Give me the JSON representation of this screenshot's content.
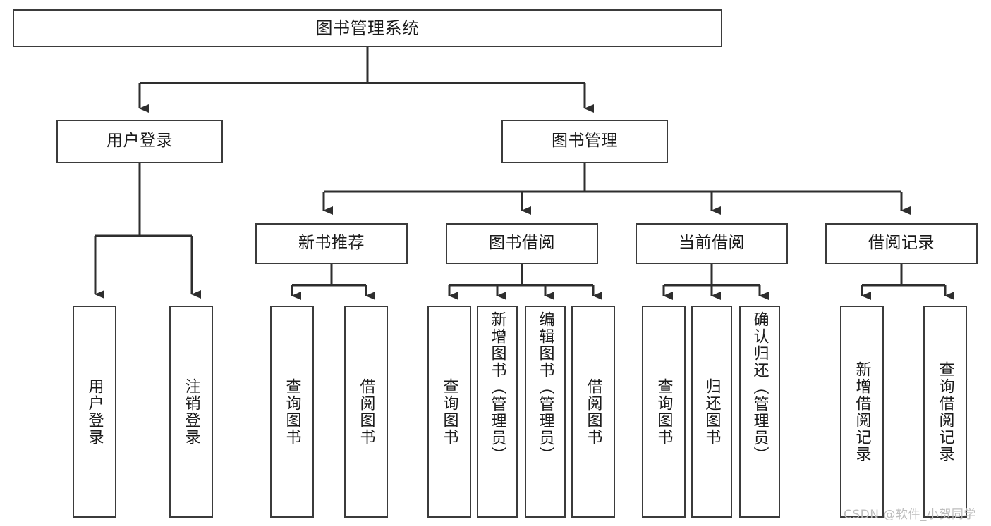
{
  "diagram": {
    "title": "图书管理系统",
    "type": "tree",
    "orientation": "top-down",
    "line_color": "#3b3b3b",
    "box_fill": "#ffffff",
    "text_color": "#1a1a1a"
  },
  "nodes": {
    "root": {
      "label": "图书管理系统",
      "level": 1
    },
    "login": {
      "label": "用户登录",
      "level": 2
    },
    "bookmgmt": {
      "label": "图书管理",
      "level": 2
    },
    "newbook": {
      "label": "新书推荐",
      "level": 3
    },
    "borrow": {
      "label": "图书借阅",
      "level": 3
    },
    "current": {
      "label": "当前借阅",
      "level": 3
    },
    "record": {
      "label": "借阅记录",
      "level": 3
    },
    "leaf_user_login": {
      "label": "用户登录",
      "level": 4
    },
    "leaf_logout": {
      "label": "注销登录",
      "level": 4
    },
    "leaf_query_book_1": {
      "label": "查询图书",
      "level": 4
    },
    "leaf_borrow_book_1": {
      "label": "借阅图书",
      "level": 4
    },
    "leaf_query_book_2": {
      "label": "查询图书",
      "level": 4
    },
    "leaf_add_book": {
      "label": "新增图书（管理员）",
      "level": 4
    },
    "leaf_edit_book": {
      "label": "编辑图书（管理员）",
      "level": 4
    },
    "leaf_borrow_book_2": {
      "label": "借阅图书",
      "level": 4
    },
    "leaf_query_book_3": {
      "label": "查询图书",
      "level": 4
    },
    "leaf_return_book": {
      "label": "归还图书",
      "level": 4
    },
    "leaf_confirm_return": {
      "label": "确认归还（管理员）",
      "level": 4
    },
    "leaf_add_record": {
      "label": "新增借阅记录",
      "level": 4
    },
    "leaf_query_record": {
      "label": "查询借阅记录",
      "level": 4
    }
  },
  "watermark": {
    "text": "CSDN @软件_小贺同学"
  }
}
